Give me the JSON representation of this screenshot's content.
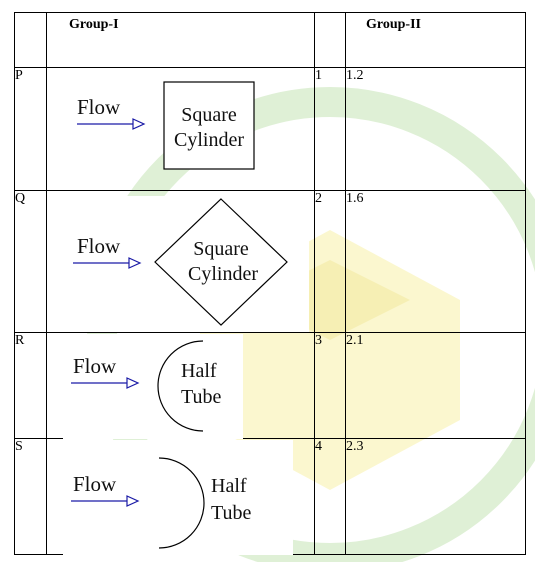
{
  "header": {
    "group1": "Group-I",
    "group2": "Group-II"
  },
  "rows": [
    {
      "code": "P",
      "flow_label": "Flow",
      "shape": "square-cylinder",
      "shape_label_line1": "Square",
      "shape_label_line2": "Cylinder",
      "number": "1",
      "value": "1.2"
    },
    {
      "code": "Q",
      "flow_label": "Flow",
      "shape": "diamond-cylinder",
      "shape_label_line1": "Square",
      "shape_label_line2": "Cylinder",
      "number": "2",
      "value": "1.6"
    },
    {
      "code": "R",
      "flow_label": "Flow",
      "shape": "half-tube-concave-downstream",
      "shape_label_line1": "Half",
      "shape_label_line2": "Tube",
      "number": "3",
      "value": "2.1"
    },
    {
      "code": "S",
      "flow_label": "Flow",
      "shape": "half-tube-convex-downstream",
      "shape_label_line1": "Half",
      "shape_label_line2": "Tube",
      "number": "4",
      "value": "2.3"
    }
  ]
}
